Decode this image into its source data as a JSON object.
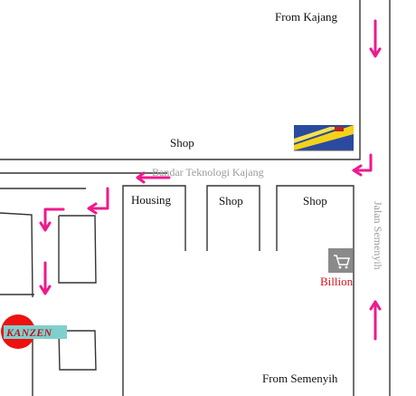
{
  "map": {
    "labels": {
      "from_kajang": "From Kajang",
      "shop_top": "Shop",
      "bandar_teknologi": "Bandar Teknologi Kajang",
      "housing": "Housing",
      "shop_mid": "Shop",
      "shop_right": "Shop",
      "jalan_semenyih": "Jalan Semenyih",
      "billion": "Billion",
      "from_semenyih": "From Semenyih",
      "kanzen": "KANZEN"
    },
    "colors": {
      "road_line": "#333333",
      "arrow": "#ee1a8c",
      "road_name_text": "#9a9a9a",
      "billion_text": "#e0101a",
      "kanzen_circle": "#ee1111",
      "kanzen_banner": "#7fd0cc",
      "cart_box": "#8a8a8a"
    },
    "icons": {
      "direction_arrows": "arrow-icon",
      "landmark_photo": "building-photo-icon",
      "billion_logo": "shopping-cart-icon",
      "kanzen_logo": "kanzen-logo"
    }
  }
}
